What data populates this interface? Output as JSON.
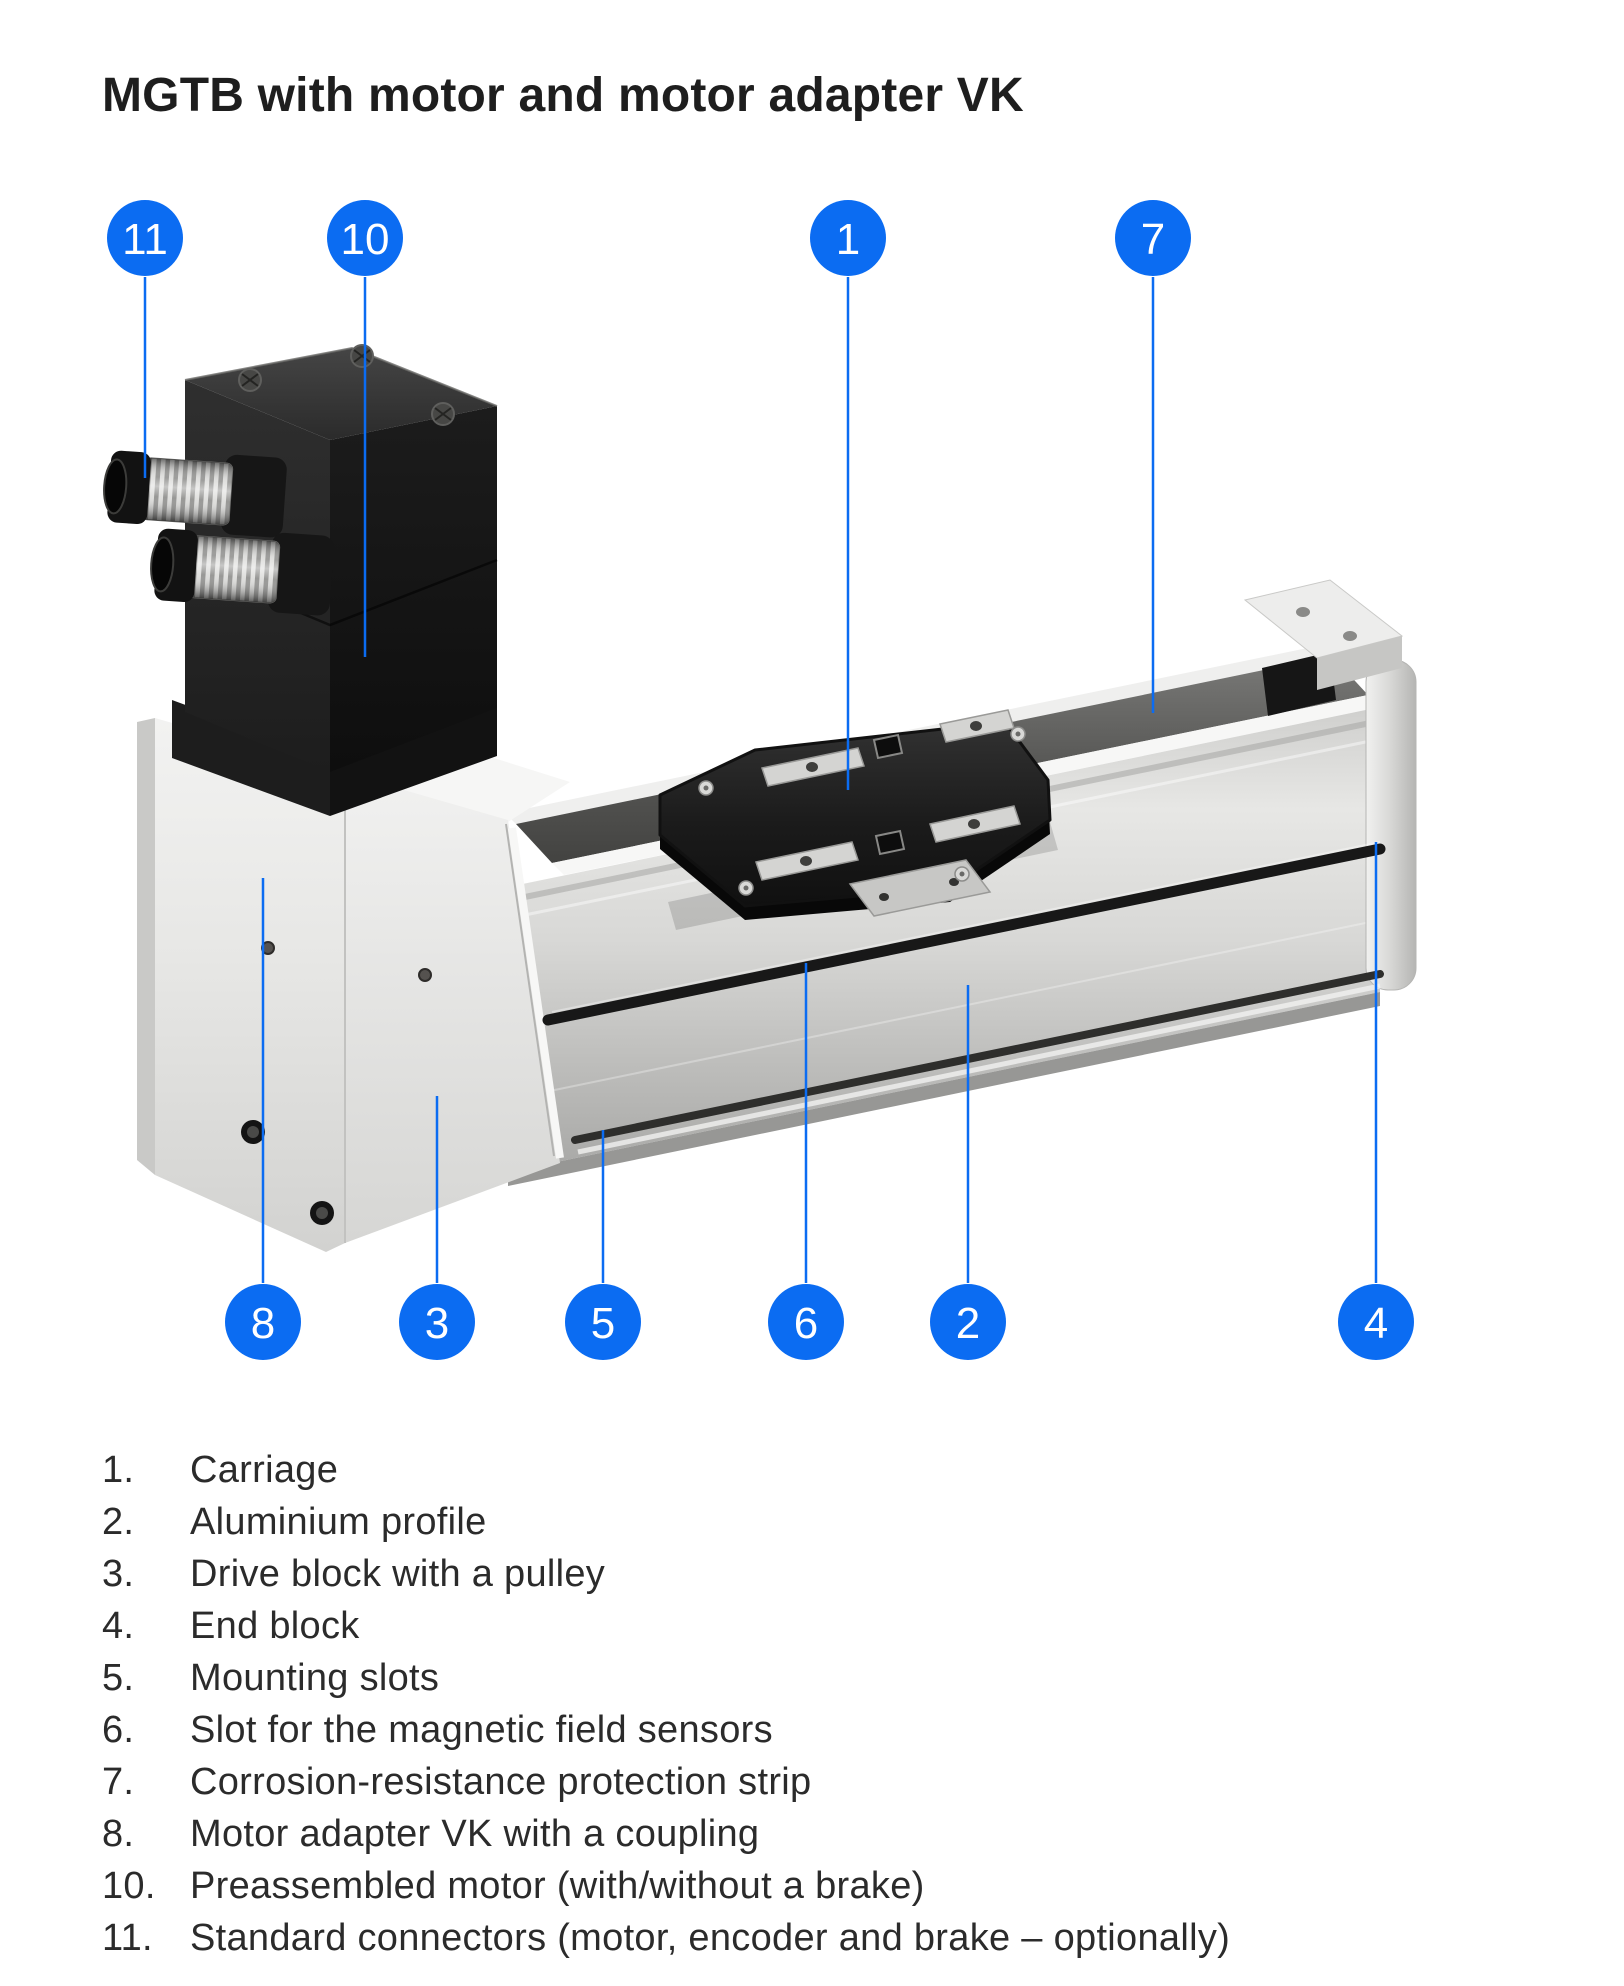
{
  "title": "MGTB with motor and motor adapter VK",
  "callouts": {
    "top": [
      {
        "label": "11"
      },
      {
        "label": "10"
      },
      {
        "label": "1"
      },
      {
        "label": "7"
      }
    ],
    "bottom": [
      {
        "label": "8"
      },
      {
        "label": "3"
      },
      {
        "label": "5"
      },
      {
        "label": "6"
      },
      {
        "label": "2"
      },
      {
        "label": "4"
      }
    ]
  },
  "legend": {
    "items": [
      {
        "num": "1.",
        "label": "Carriage"
      },
      {
        "num": "2.",
        "label": "Aluminium profile"
      },
      {
        "num": "3.",
        "label": "Drive block with a pulley"
      },
      {
        "num": "4.",
        "label": "End block"
      },
      {
        "num": "5.",
        "label": "Mounting slots"
      },
      {
        "num": "6.",
        "label": "Slot for the magnetic field sensors"
      },
      {
        "num": "7.",
        "label": "Corrosion-resistance protection strip"
      },
      {
        "num": "8.",
        "label": "Motor adapter VK with a coupling"
      },
      {
        "num": "10.",
        "label": "Preassembled motor (with/without a brake)"
      },
      {
        "num": "11.",
        "label": "Standard connectors (motor, encoder and brake – optionally)"
      }
    ]
  },
  "colors": {
    "accent": "#0b6cf2",
    "title_text": "#1e1e1e",
    "body_text": "#2b2b2b"
  }
}
